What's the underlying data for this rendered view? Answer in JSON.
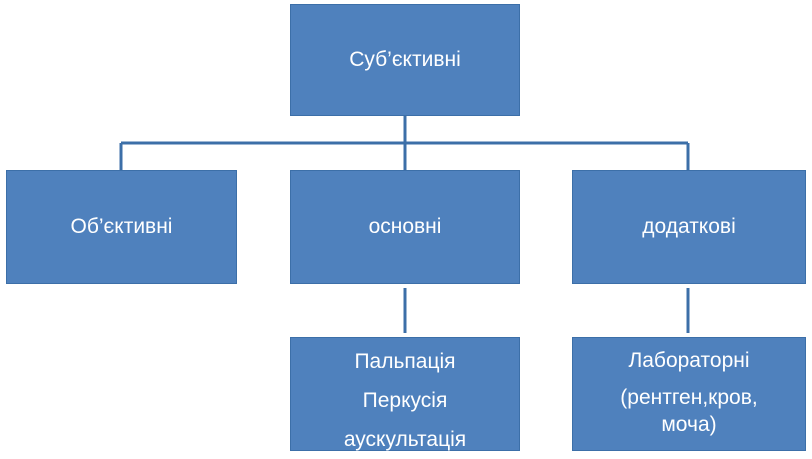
{
  "colors": {
    "box_fill": "#4f81bd",
    "box_border": "#3c6fa8",
    "connector": "#3c6fa8",
    "text": "#ffffff"
  },
  "root": {
    "label": "Суб’єктивні"
  },
  "level1": [
    {
      "label": "Об’єктивні"
    },
    {
      "label": "основні"
    },
    {
      "label": "додаткові"
    }
  ],
  "level2": {
    "osnovni": {
      "lines": [
        "Пальпація",
        "Перкусія",
        "аускультація"
      ]
    },
    "dodatkovi": {
      "lines": [
        "Лабораторні",
        "(рентген,кров,",
        "моча)"
      ]
    }
  }
}
